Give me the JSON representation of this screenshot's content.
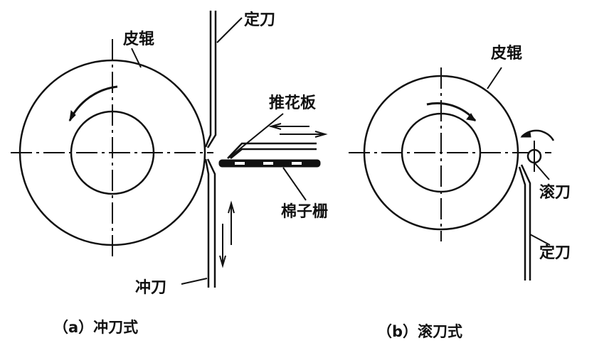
{
  "diagram_a": {
    "fixed_knife": "定刀",
    "leather_roller": "皮辊",
    "pusher_plate": "推花板",
    "seed_grid": "棉子栅",
    "punch_knife": "冲刀",
    "caption": "（a）冲刀式"
  },
  "diagram_b": {
    "leather_roller": "皮辊",
    "rotary_knife": "滚刀",
    "fixed_knife": "定刀",
    "caption": "（b）滚刀式"
  }
}
